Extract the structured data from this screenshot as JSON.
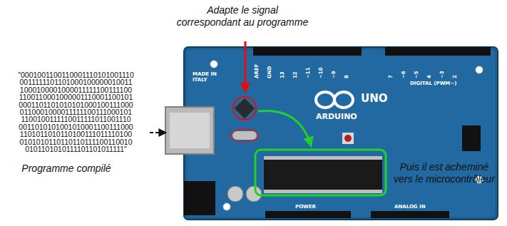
{
  "diagram": {
    "labels": [
      "Adapte le signal correspondant au programme",
      "\"0001001100110001110101001110 0011111101101000100000010011 1000100001000011111100111100 1100110001000001110001100101 0001101101010101000100111000 0110001000011111100111000101 1100100111110011111011001110 0011010101001010001100111000 1101011010110100111011110100 0101010110110110111100110010 0101101010111101101011111\"",
      "Programme compilé",
      "Puis il est acheminé vers le microcontrôleur",
      "MADE IN ITALY",
      "AREF",
      "GND",
      "13",
      "12",
      "~11",
      "~10",
      "~9",
      "8",
      "7",
      "~6",
      "~5",
      "4",
      "~3",
      "2",
      "DIGITAL (PWM~)",
      "ARDUINO",
      "UNO",
      "POWER",
      "ANALOG IN"
    ]
  }
}
